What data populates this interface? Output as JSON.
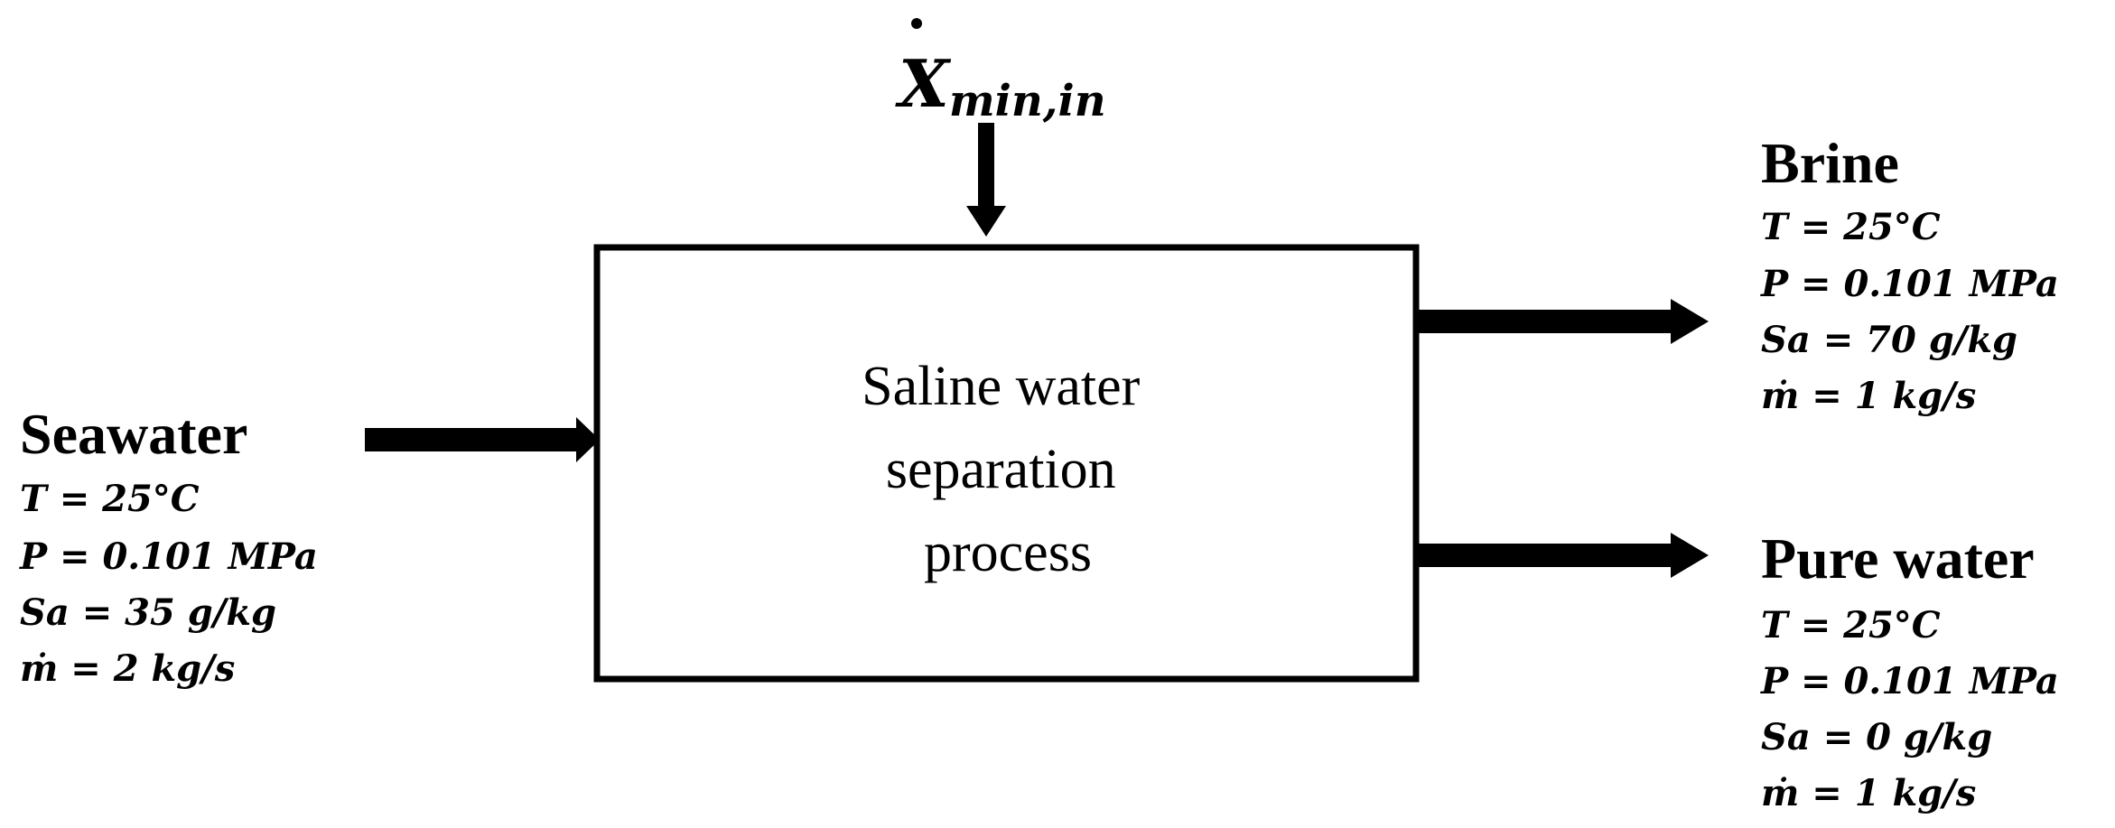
{
  "work_input": {
    "label_main": "X",
    "label_sub": "min,in"
  },
  "process_box": {
    "lines": [
      "Saline water",
      "separation",
      "process"
    ]
  },
  "streams": {
    "seawater": {
      "title": "Seawater",
      "props": [
        "T = 25°C",
        "P = 0.101 MPa",
        "Sa = 35 g/kg",
        "ṁ = 2 kg/s"
      ]
    },
    "brine": {
      "title": "Brine",
      "props": [
        "T = 25°C",
        "P = 0.101 MPa",
        "Sa = 70 g/kg",
        "ṁ = 1 kg/s"
      ]
    },
    "pure_water": {
      "title": "Pure water",
      "props": [
        "T = 25°C",
        "P = 0.101 MPa",
        "Sa = 0 g/kg",
        "ṁ = 1 kg/s"
      ]
    }
  }
}
